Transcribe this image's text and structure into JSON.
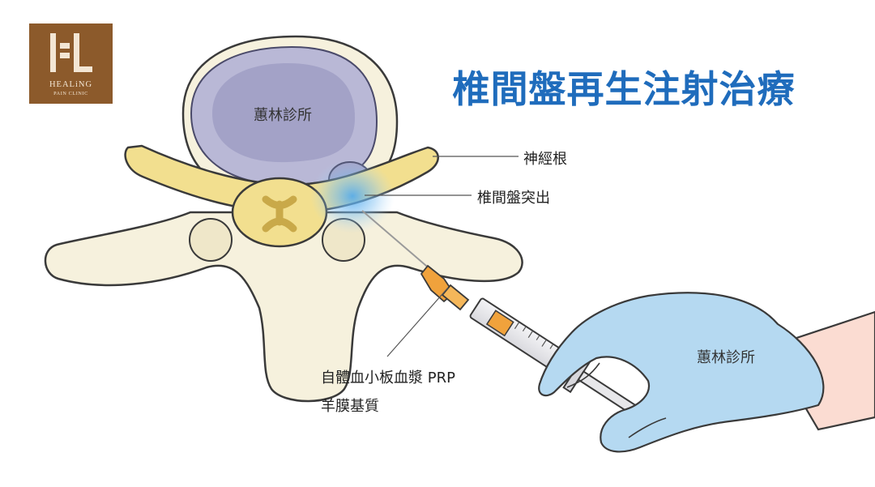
{
  "logo": {
    "line1": "HEALiNG",
    "line2": "PAIN CLINIC",
    "color": "#8c5a2b"
  },
  "title": "椎間盤再生注射治療",
  "labels": {
    "disc_watermark": "蕙林診所",
    "nerve_root": "神經根",
    "disc_herniation": "椎間盤突出",
    "injectate_line1": "自體血小板血漿 PRP",
    "injectate_line2": "羊膜基質",
    "glove_watermark": "蕙林診所"
  },
  "colors": {
    "title": "#1f6cbc",
    "bone": "#f6f1dd",
    "disc": "#b9b8d6",
    "nucleus": "#a3a2c7",
    "nerve": "#f2df8f",
    "glove": "#b5d9f1",
    "needle_hub": "#f0a23c",
    "skin": "#fbdcd2"
  }
}
